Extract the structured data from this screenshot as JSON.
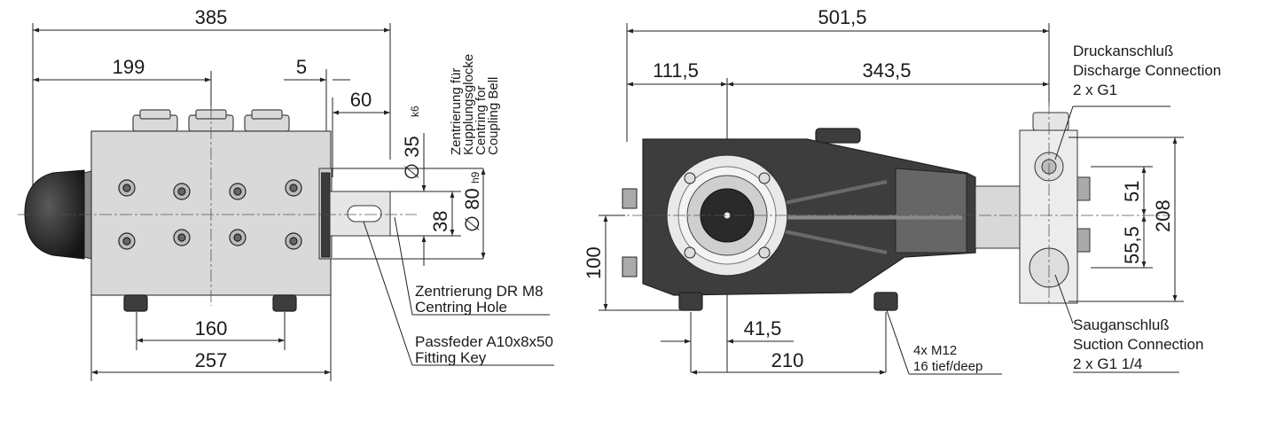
{
  "left_view": {
    "dims": {
      "overall": "385",
      "to_center": "199",
      "d5": "5",
      "d60": "60",
      "d35": "35",
      "d35_tol": "k6",
      "d38": "38",
      "d80": "80",
      "d80_tol": "h9",
      "d160": "160",
      "d257": "257",
      "dia_symbol": "∅"
    },
    "vertical_label": {
      "line1": "Zentrierung für",
      "line2": "Kupplungsglocke",
      "line3": "Centring for",
      "line4": "Coupling Bell"
    },
    "callouts": {
      "centring_hole_de": "Zentrierung DR M8",
      "centring_hole_en": "Centring Hole",
      "key_de": "Passfeder A10x8x50",
      "key_en": "Fitting Key"
    }
  },
  "right_view": {
    "dims": {
      "overall": "501,5",
      "d111": "111,5",
      "d343": "343,5",
      "d100": "100",
      "d41": "41,5",
      "d210": "210",
      "d51": "51",
      "d55": "55,5",
      "d208": "208"
    },
    "callouts": {
      "discharge_de": "Druckanschluß",
      "discharge_en": "Discharge Connection",
      "discharge_size": "2 x G1",
      "suction_de": "Sauganschluß",
      "suction_en": "Suction Connection",
      "suction_size": "2 x G1 1/4",
      "bolts_1": "4x M12",
      "bolts_2": "16 tief/deep"
    }
  }
}
